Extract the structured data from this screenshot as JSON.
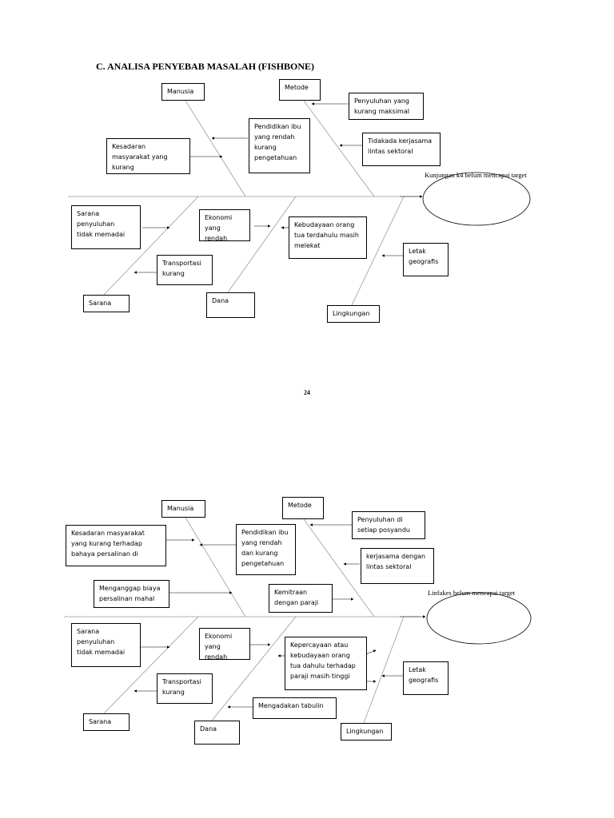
{
  "page": {
    "title": "C.  ANALISA PENYEBAB MASALAH (FISHBONE)",
    "page_number": "24"
  },
  "diagram1": {
    "effect": "Kunjungan k4 belum mencapai target",
    "manusia": "Manusia",
    "metode": "Metode",
    "sarana": "Sarana",
    "dana": "Dana",
    "lingkungan": "Lingkungan",
    "kesadaran": "Kesadaran\nmasyarakat yang\nkurang",
    "pendidikan": "Pendidikan ibu\nyang rendah\nkurang\npengetahuan",
    "penyuluhan": "Penyuluhan yang\nkurang maksimal",
    "kerjasama": "Tidakada kerjasama\nlintas sektoral",
    "sarana_penyuluhan": "Sarana\npenyuluhan\ntidak memadai",
    "ekonomi": "Ekonomi\nyang rendah",
    "kebudayaan": "Kebudayaan orang\ntua terdahulu masih\nmelekat",
    "letak": "Letak\ngeografis",
    "transportasi": "Transportasi\nkurang"
  },
  "diagram2": {
    "effect": "Linfakes belum mencapai target",
    "manusia": "Manusia",
    "metode": "Metode",
    "sarana": "Sarana",
    "dana": "Dana",
    "lingkungan": "Lingkungan",
    "kesadaran": "Kesadaran masyarakat\nyang kurang terhadap\nbahaya persalinan di",
    "pendidikan": "Pendidikan ibu\nyang rendah\ndan kurang\npengetahuan",
    "penyuluhan": "Penyuluhan di\nsetiap posyandu",
    "kerjasama": "kerjasama dengan\nlintas sektoral",
    "menganggap": "Menganggap biaya\npersalinan mahal",
    "kemitraan": "Kemitraan\ndengan paraji",
    "sarana_penyuluhan": "Sarana\npenyuluhan\ntidak memadai",
    "ekonomi": "Ekonomi\nyang rendah",
    "kepercayaan": "Kepercayaan atau\nkebudayaan orang\ntua dahulu terhadap\nparaji masih tinggi",
    "letak": "Letak\ngeografis",
    "transportasi": "Transportasi\nkurang",
    "tabulin": "Mengadakan tabulin"
  }
}
